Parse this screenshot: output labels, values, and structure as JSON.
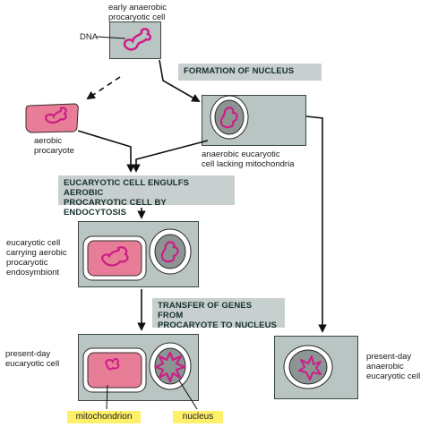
{
  "labels": {
    "early_anaerobic": "early anaerobic\nprocaryotic cell",
    "dna": "DNA",
    "aerobic_procaryote": "aerobic\nprocaryote",
    "anaerobic_eucaryotic": "anaerobic eucaryotic\ncell lacking mitochondria",
    "eucaryotic_carrying": "eucaryotic cell\ncarrying aerobic\nprocaryotic\nendosymbiont",
    "present_day": "present-day\neucaryotic cell",
    "present_day_anaerobic": "present-day\nanaerobic\neucaryotic cell"
  },
  "stages": {
    "formation_of_nucleus": "FORMATION OF NUCLEUS",
    "engulfs": "EUCARYOTIC CELL ENGULFS AEROBIC\nPROCARYOTIC CELL BY ENDOCYTOSIS",
    "transfer": "TRANSFER OF GENES FROM\nPROCARYOTE TO NUCLEUS"
  },
  "tags": {
    "mitochondrion": "mitochondrion",
    "nucleus": "nucleus"
  },
  "colors": {
    "cell_gray": "#b9c5c3",
    "stage_box": "#c7d0cf",
    "pink": "#e87d97",
    "dna_magenta": "#cc1e86",
    "nucleus_gray": "#8c9594",
    "highlight_yellow": "#fff06a"
  }
}
